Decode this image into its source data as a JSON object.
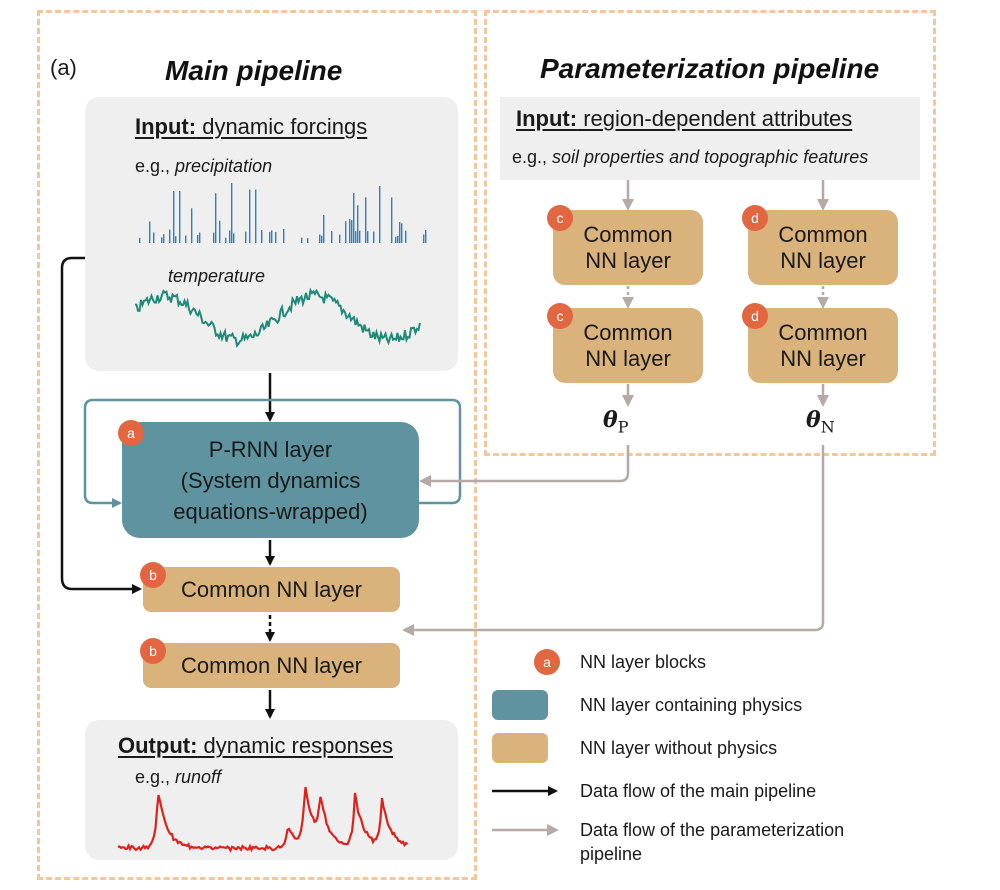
{
  "panel_label": "(a)",
  "main_pipeline": {
    "title": "Main pipeline",
    "input": {
      "bold": "Input:",
      "rest": " dynamic forcings"
    },
    "example_prefix": "e.g., ",
    "precip_label": "precipitation",
    "temp_label": "temperature",
    "prnn": {
      "badge": "a",
      "line1": "P-RNN layer",
      "line2": "(System dynamics",
      "line3": "equations-wrapped)"
    },
    "common1": {
      "badge": "b",
      "label": "Common NN layer"
    },
    "common2": {
      "badge": "b",
      "label": "Common NN layer"
    },
    "output": {
      "bold": "Output:",
      "rest": " dynamic responses"
    },
    "runoff_label": "runoff"
  },
  "param_pipeline": {
    "title": "Parameterization pipeline",
    "input": {
      "bold": "Input:",
      "rest": " region-dependent attributes"
    },
    "example_prefix": "e.g., ",
    "example_text": "soil properties and topographic features",
    "c_top": {
      "badge": "c",
      "line1": "Common",
      "line2": "NN layer"
    },
    "c_bot": {
      "badge": "c",
      "line1": "Common",
      "line2": "NN layer"
    },
    "d_top": {
      "badge": "d",
      "line1": "Common",
      "line2": "NN layer"
    },
    "d_bot": {
      "badge": "d",
      "line1": "Common",
      "line2": "NN layer"
    },
    "theta_p": {
      "symbol": "θ",
      "sub": "P"
    },
    "theta_n": {
      "symbol": "θ",
      "sub": "N"
    }
  },
  "legend": {
    "badge": "a",
    "blocks": "NN layer blocks",
    "physics": "NN layer containing physics",
    "no_physics": "NN layer without physics",
    "main_flow": "Data flow of the main pipeline",
    "param_flow_1": "Data flow of the parameterization",
    "param_flow_2": "pipeline"
  },
  "colors": {
    "frame": "#f3c79a",
    "gray_box": "#efefef",
    "tan": "#d9b27c",
    "teal": "#5f93a0",
    "badge": "#e2663f",
    "precip": "#2f7fbf",
    "temp": "#1f8a78",
    "runoff": "#e0201a",
    "main_arrow": "#111111",
    "param_arrow": "#b5aaa6"
  }
}
